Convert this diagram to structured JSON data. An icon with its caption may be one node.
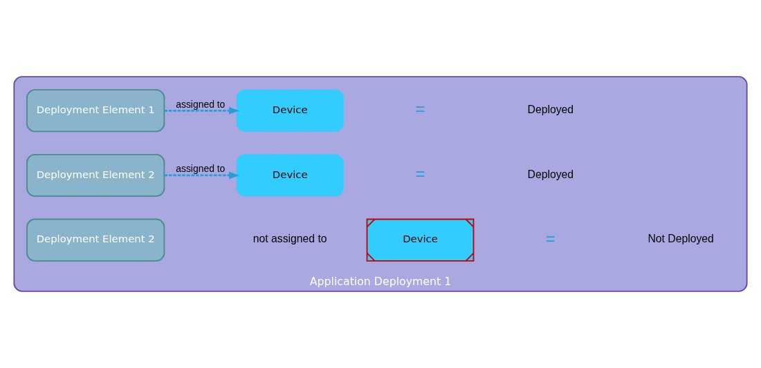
{
  "diagram": {
    "nodes": [
      {
        "text": [
          "Application Deployment 1"
        ]
      },
      {
        "text": [
          "Deployment Element 1"
        ],
        "in": 0
      },
      {
        "text": [
          "Device"
        ],
        "in": 0
      },
      {
        "text": [
          "Deployment Element 2"
        ],
        "in": 0
      },
      {
        "text": [
          "Device"
        ],
        "in": 0
      },
      {
        "text": [
          "Deployment Element 2"
        ],
        "in": 0
      },
      {
        "text": [
          "Device"
        ],
        "in": 0
      }
    ],
    "edges": [
      {
        "from": 1,
        "to": 2,
        "arrow": "to",
        "style": "dashed",
        "label": "assigned to"
      },
      {
        "from": 3,
        "to": 4,
        "arrow": "to",
        "style": "dashed",
        "label": "assigned to"
      }
    ],
    "labels": [
      "=",
      "Deployed",
      "=",
      "Deployed",
      "not assigned to",
      "=",
      "Not Deployed"
    ]
  }
}
